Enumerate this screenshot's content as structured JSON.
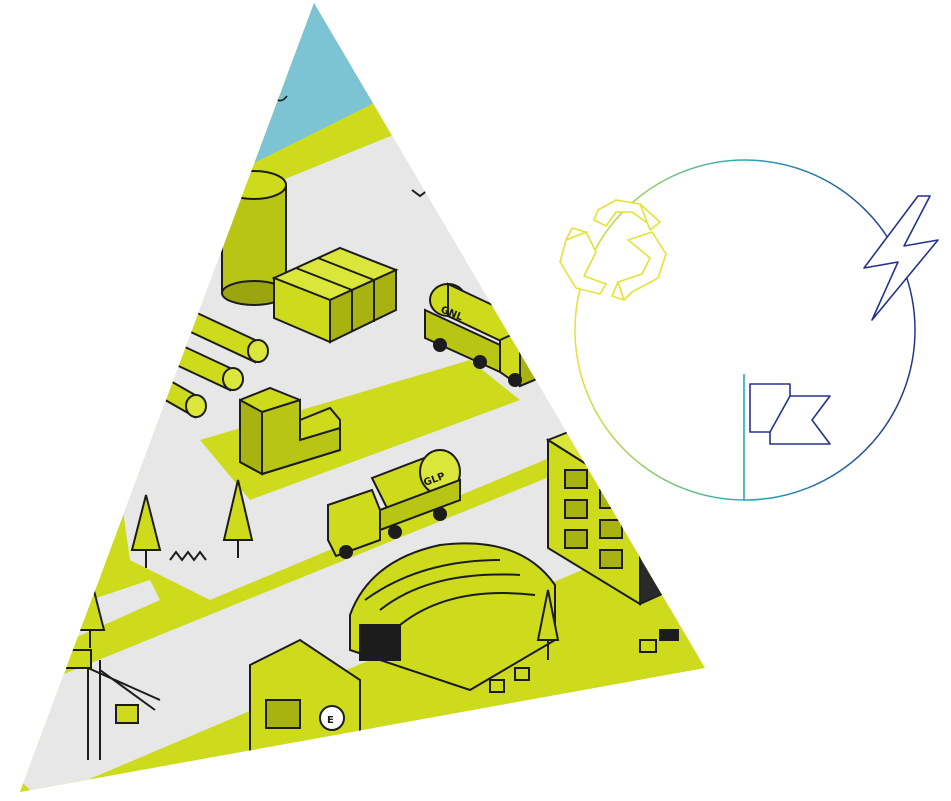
{
  "illustration": {
    "truck_labels": {
      "gnl": "GNL",
      "glp": "GLP"
    },
    "building_sign": "E"
  },
  "palette": {
    "lime": "#cddb1c",
    "lime_dark": "#b6c216",
    "road_grey": "#e7e7e7",
    "sky": "#7cc3d3",
    "outline": "#1c1c1c",
    "icon_gradient": [
      "#e3e335",
      "#2aa9b7",
      "#27328c"
    ]
  },
  "icons": [
    "recycle-icon",
    "lightning-bolt-icon",
    "flag-icon"
  ]
}
